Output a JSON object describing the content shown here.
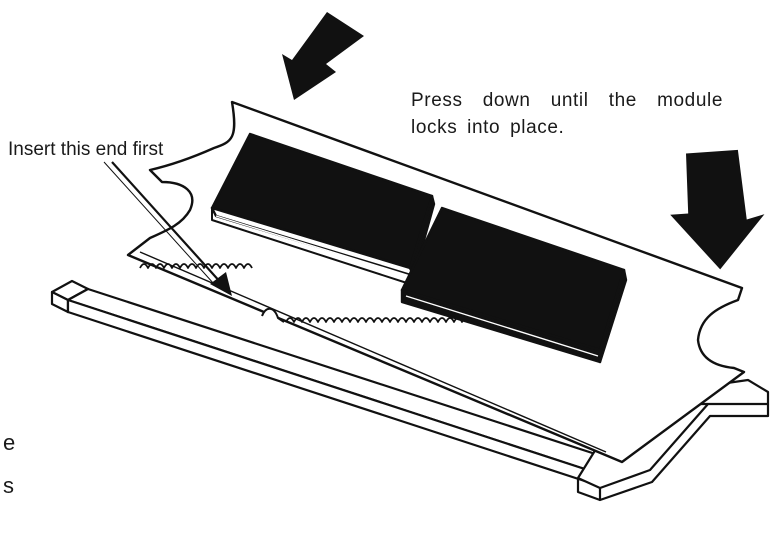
{
  "callouts": {
    "insert_end": "Insert this end first",
    "press_down": "Press down until the module locks into place."
  },
  "cropped_text": {
    "fragment_1": "e",
    "fragment_2": "s"
  },
  "colors": {
    "ink": "#1a1a1a",
    "paper": "#ffffff"
  },
  "icons": [
    "press-arrow-icon",
    "press-arrow-icon",
    "leader-arrow-icon"
  ]
}
